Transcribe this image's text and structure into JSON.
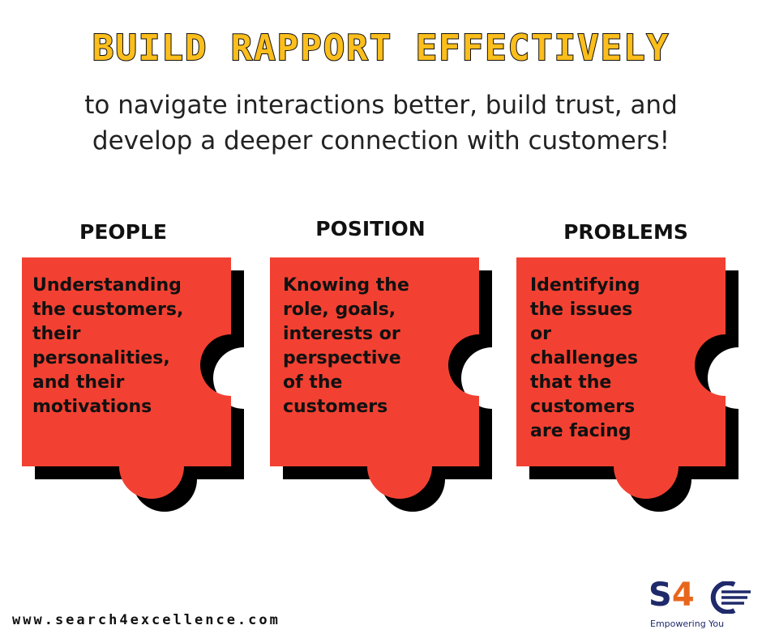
{
  "headline": "BUILD RAPPORT EFFECTIVELY",
  "subheadline": {
    "line1": "to navigate interactions better, build trust, and",
    "line2": "develop a deeper connection with customers!"
  },
  "columns": [
    {
      "title": "PEOPLE",
      "lines": [
        "Understanding",
        "the customers,",
        "their",
        "personalities,",
        "and their",
        "motivations"
      ]
    },
    {
      "title": "POSITION",
      "lines": [
        "Knowing the",
        "role, goals,",
        "interests or",
        "perspective",
        "of the",
        "customers"
      ]
    },
    {
      "title": "PROBLEMS",
      "lines": [
        "Identifying",
        "the issues",
        "or",
        "challenges",
        "that the",
        "customers",
        "are facing"
      ]
    }
  ],
  "footer": {
    "website": "www.search4excellence.com",
    "logo_letters": "S",
    "logo_number": "4",
    "logo_tagline": "Empowering You"
  },
  "colors": {
    "headline_fill": "#fcbe1c",
    "piece_red": "#f24132",
    "piece_shadow": "#000000",
    "logo_navy": "#1f2a6b",
    "logo_orange": "#e8661c"
  }
}
